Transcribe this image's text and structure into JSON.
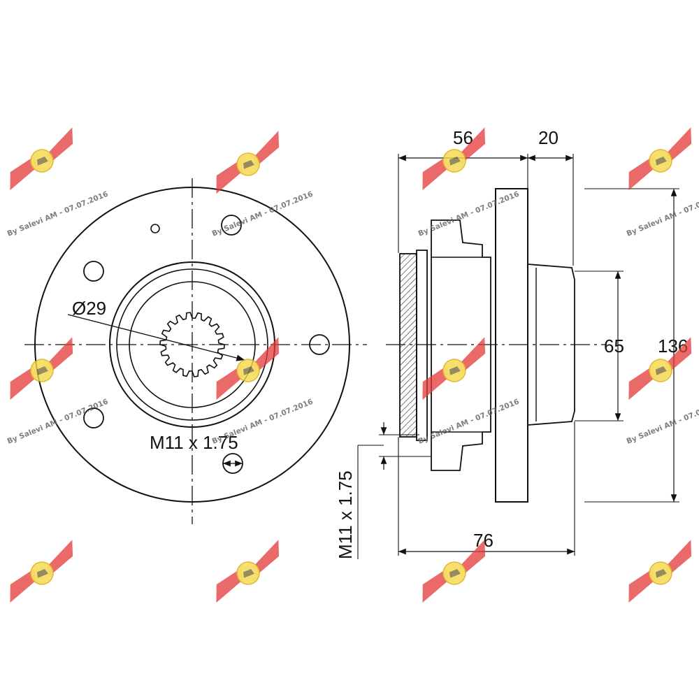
{
  "front_view": {
    "bore_diameter_label": "Ø29",
    "thread_label": "M11 x 1.75"
  },
  "side_view": {
    "flange_width_label": "56",
    "pilot_width_label": "20",
    "pilot_diameter_label": "65",
    "flange_diameter_label": "136",
    "overall_length_label": "76",
    "thread_label": "M11 x 1.75"
  },
  "watermark": {
    "text": "By Salevi AM - 07.07.2016",
    "color_red": "#e33a3a",
    "color_yellow": "#f5d94a"
  }
}
